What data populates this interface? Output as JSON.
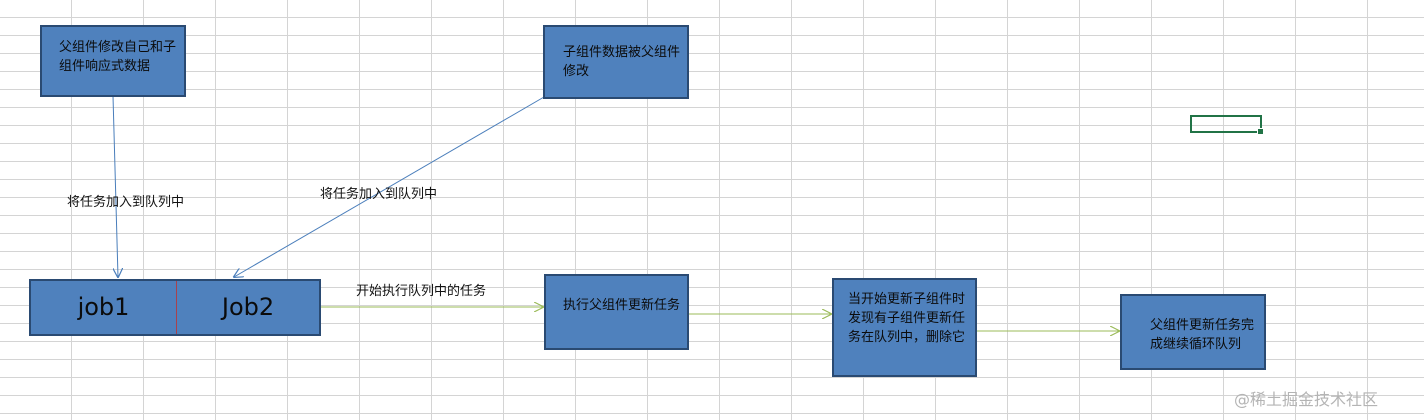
{
  "boxes": {
    "parent_modify": "父组件修改自己和子组件响应式数据",
    "child_modified": "子组件数据被父组件修改",
    "job1": "job1",
    "job2": "Job2",
    "exec_parent": "执行父组件更新任务",
    "child_check": "当开始更新子组件时发现有子组件更新任务在队列中，删除它",
    "continue_loop": "父组件更新任务完成继续循环队列"
  },
  "edges": {
    "enqueue_left": "将任务加入到队列中",
    "enqueue_right": "将任务加入到队列中",
    "start_exec": "开始执行队列中的任务"
  },
  "watermark": "@稀土掘金技术社区",
  "colors": {
    "box_fill": "#4f81bd",
    "box_border": "#2a4a72",
    "blue_arrow": "#4a7ebb",
    "green_arrow": "#9bbb59"
  }
}
